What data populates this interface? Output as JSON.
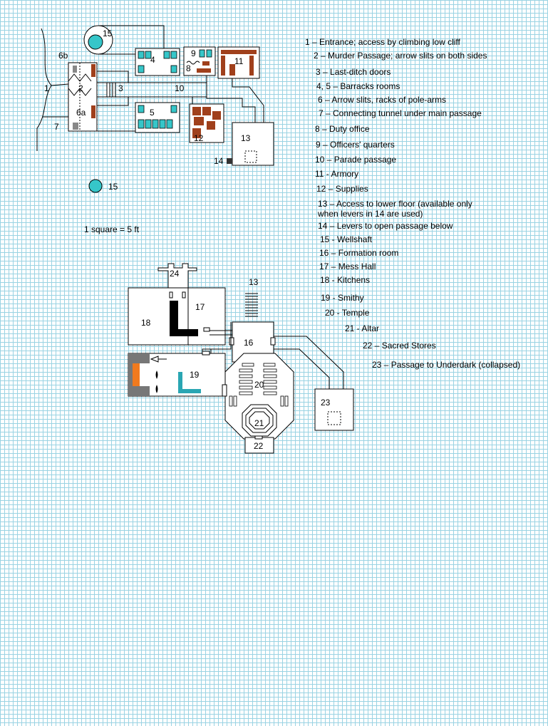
{
  "legend": [
    "1 – Entrance; access by climbing low cliff",
    "2 – Murder Passage; arrow slits on both sides",
    "3 – Last-ditch doors",
    "4, 5 – Barracks rooms",
    "6 – Arrow slits, racks of pole-arms",
    "7 – Connecting tunnel under main passage",
    "8 – Duty office",
    "9 – Officers' quarters",
    "10 – Parade passage",
    "11 - Armory",
    "12 – Supplies",
    "13 – Access to lower floor (available only",
    "when levers in 14 are used)",
    "14 – Levers to open passage below",
    "15 - Wellshaft",
    "16 – Formation room",
    "17 – Mess Hall",
    "18 - Kitchens",
    "19 - Smithy",
    "20 - Temple",
    "21 - Altar",
    "22 – Sacred Stores",
    "23 – Passage to Underdark (collapsed)"
  ],
  "scale_note": "1 square = 5 ft",
  "map_labels": {
    "upper": [
      "1",
      "2",
      "3",
      "4",
      "5",
      "6a",
      "6b",
      "7",
      "8",
      "9",
      "10",
      "11",
      "12",
      "13",
      "14",
      "15",
      "15"
    ],
    "lower": [
      "13",
      "16",
      "17",
      "18",
      "19",
      "20",
      "21",
      "22",
      "23",
      "24"
    ]
  },
  "colors": {
    "grid": "#9ad3e3",
    "bed": "#36c6c9",
    "crate": "#a0401c",
    "forge": "#f07a1e",
    "anvil": "#2aa6b3",
    "wall": "#000000"
  }
}
